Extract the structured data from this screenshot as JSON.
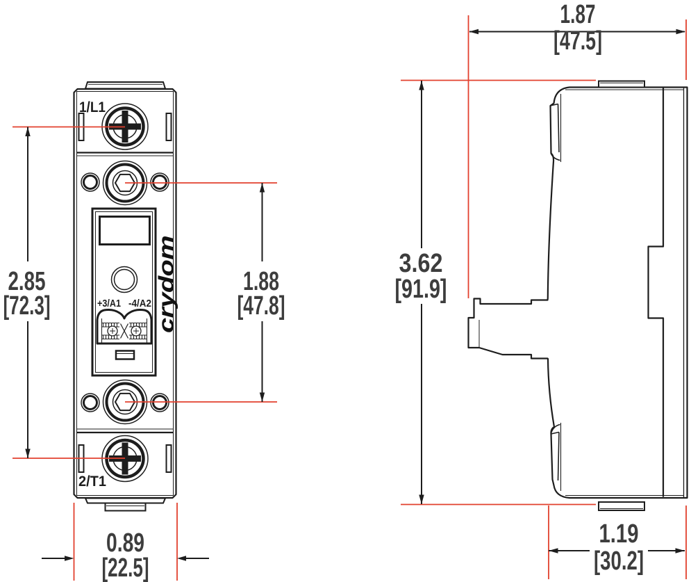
{
  "brand_logo": "crydom",
  "front_view": {
    "top_terminal_label": "1/L1",
    "bottom_terminal_label": "2/T1",
    "control_terminal_left": "+3/A1",
    "control_terminal_right": "-4/A2"
  },
  "dimensions": {
    "front_overall_height": {
      "inches": "2.85",
      "millimeters": "[72.3]"
    },
    "front_terminal_span": {
      "inches": "1.88",
      "millimeters": "[47.8]"
    },
    "front_width": {
      "inches": "0.89",
      "millimeters": "[22.5]"
    },
    "side_top_depth": {
      "inches": "1.87",
      "millimeters": "[47.5]"
    },
    "side_overall_height": {
      "inches": "3.62",
      "millimeters": "[91.9]"
    },
    "side_bottom_depth": {
      "inches": "1.19",
      "millimeters": "[30.2]"
    }
  },
  "colors": {
    "background": "#ffffff",
    "line": "#1d1d1d",
    "dimension_line": "#e2402e",
    "dimension_text": "#3d3d3d"
  }
}
